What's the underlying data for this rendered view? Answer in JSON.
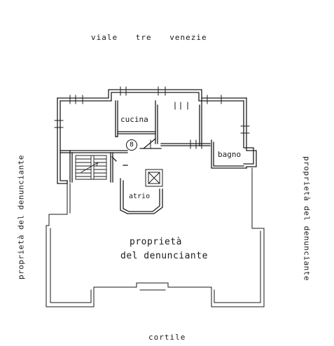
{
  "plan": {
    "street": "viale tre venezie",
    "rooms": {
      "kitchen": "cucina",
      "bathroom": "bagno",
      "entrance": "atrio"
    },
    "unit_number": "8",
    "center_line1": "proprietà",
    "center_line2": "del denunciante",
    "left_side": "proprietà del denunciante",
    "right_side": "proprietà del denunciante",
    "courtyard": "cortile"
  },
  "colors": {
    "ink": "#1a1a1a",
    "paper": "#ffffff"
  }
}
